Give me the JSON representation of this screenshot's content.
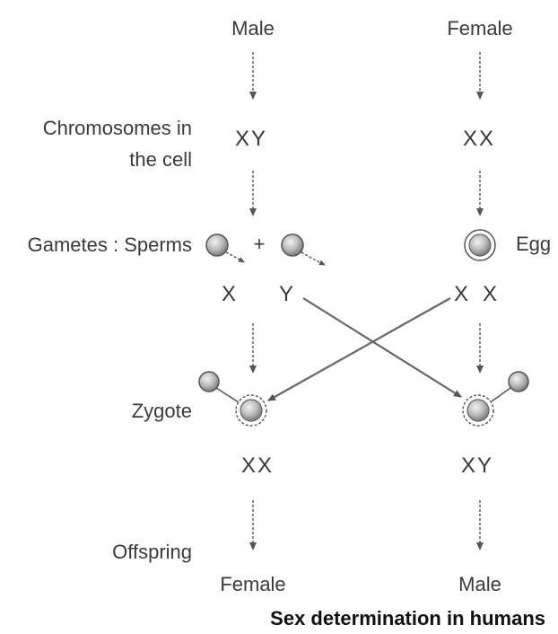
{
  "title": "Sex determination in humans",
  "parents": {
    "male": "Male",
    "female": "Female"
  },
  "row_labels": {
    "chromosomes_line1": "Chromosomes in",
    "chromosomes_line2": "the cell",
    "gametes": "Gametes : Sperms",
    "zygote": "Zygote",
    "offspring": "Offspring"
  },
  "chromosomes": {
    "male": "XY",
    "female": "XX"
  },
  "gametes": {
    "plus": "+",
    "egg_label": "Egg",
    "sperm_x": "X",
    "sperm_y": "Y",
    "egg_x1": "X",
    "egg_x2": "X"
  },
  "zygotes": {
    "left": "XX",
    "right": "XY"
  },
  "offspring": {
    "left": "Female",
    "right": "Male"
  },
  "colors": {
    "arrow": "#555555",
    "cell_fill": "#bdbdbd",
    "text": "#3a3a3a",
    "title": "#111111"
  }
}
